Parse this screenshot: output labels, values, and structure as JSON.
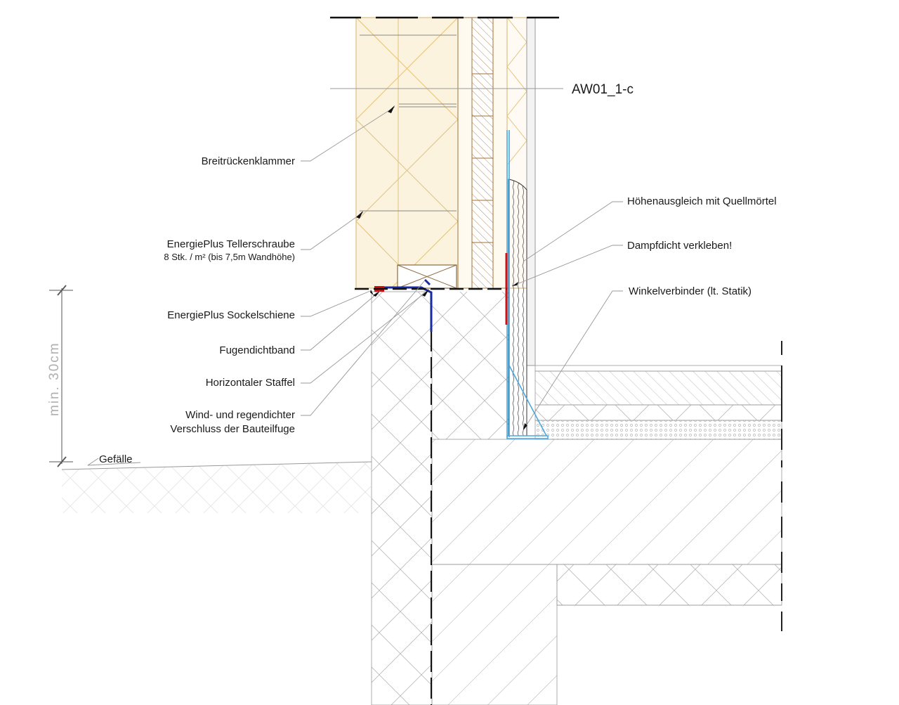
{
  "section_label": "AW01_1-c",
  "labels_left": {
    "breitrueckenklammer": "Breitrückenklammer",
    "tellerschraube": "EnergiePlus Tellerschraube",
    "tellerschraube_note": "8 Stk. / m² (bis 7,5m Wandhöhe)",
    "sockelschiene": "EnergiePlus Sockelschiene",
    "fugendichtband": "Fugendichtband",
    "staffel": "Horizontaler Staffel",
    "verschluss_line1": "Wind- und regendichter",
    "verschluss_line2": "Verschluss der Bauteilfuge"
  },
  "labels_right": {
    "hoehenausgleich": "Höhenausgleich mit Quellmörtel",
    "dampfdicht": "Dampfdicht verkleben!",
    "winkelverbinder": "Winkelverbinder (lt. Statik)"
  },
  "dimension_label": "min. 30cm",
  "slope_label": "Gefälle",
  "colors": {
    "insulation": "#e8c98a",
    "timber": "#a0703a",
    "membrane_blue": "#1a2aa0",
    "tape_red": "#d01010",
    "sealant_cyan": "#4aa8e0",
    "hatch": "#8a8a8a"
  }
}
